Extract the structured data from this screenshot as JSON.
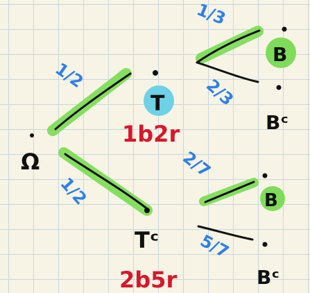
{
  "colors": {
    "background": "#f7f4e6",
    "grid": "#c7d7dd",
    "highlight_green": "#7fdc5a",
    "highlight_cyan": "#6fd1e6",
    "ink": "#111111",
    "probability_blue": "#2f7fe8",
    "annotation_red": "#d6182b"
  },
  "tree": {
    "root_label": "Ω",
    "level1": {
      "upper_node": "T",
      "lower_node": "Tᶜ",
      "upper_prob": "1/2",
      "lower_prob": "1/2",
      "upper_note": "1b2r",
      "lower_note": "2b5r"
    },
    "level2_from_T": {
      "upper_node": "B",
      "lower_node": "Bᶜ",
      "upper_prob": "1/3",
      "lower_prob": "2/3"
    },
    "level2_from_Tc": {
      "upper_node": "B",
      "lower_node": "Bᶜ",
      "upper_prob": "2/7",
      "lower_prob": "5/7"
    }
  }
}
